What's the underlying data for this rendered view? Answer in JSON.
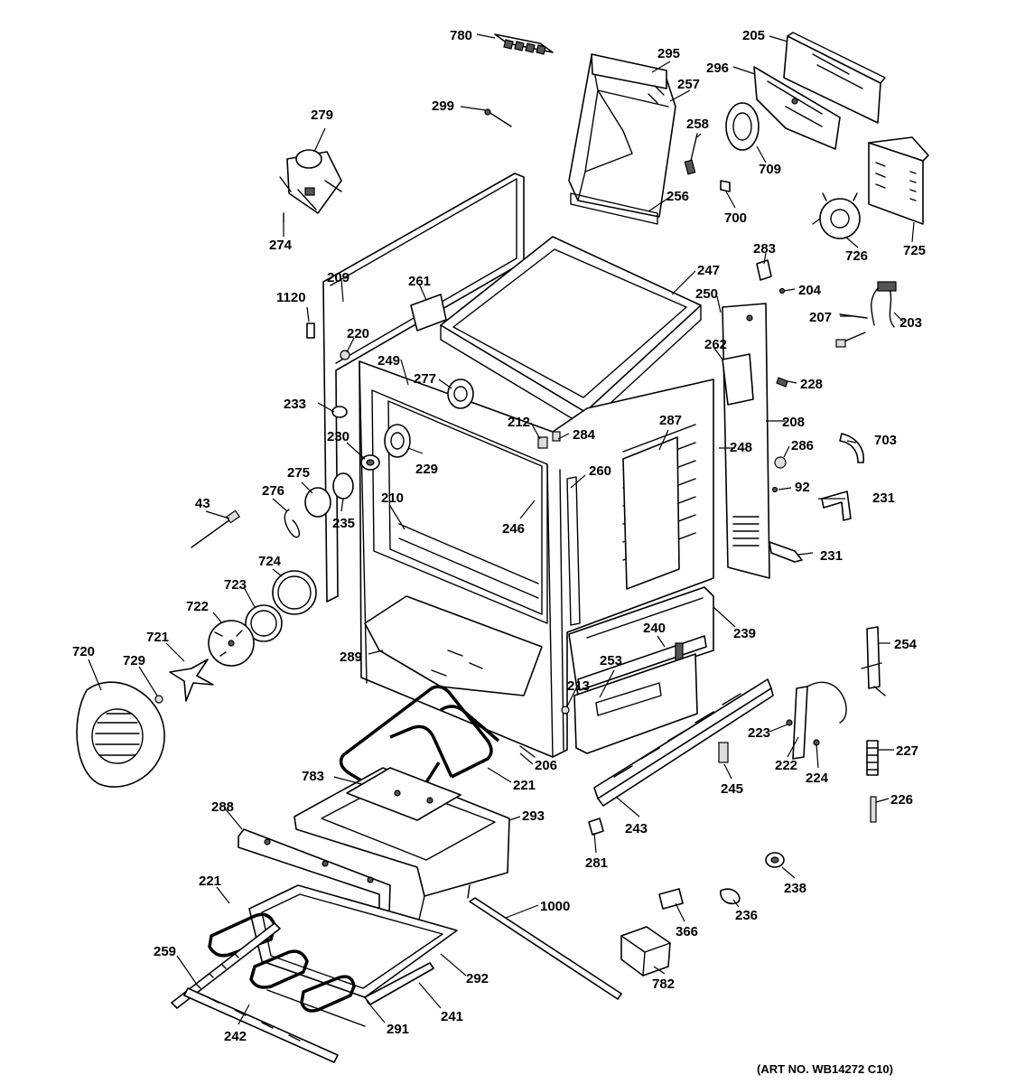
{
  "art_number": "(ART NO. WB14272 C10)",
  "callouts": [
    "780",
    "295",
    "257",
    "205",
    "296",
    "299",
    "258",
    "709",
    "279",
    "700",
    "256",
    "725",
    "726",
    "274",
    "283",
    "247",
    "204",
    "209",
    "261",
    "250",
    "1120",
    "207",
    "203",
    "220",
    "262",
    "249",
    "277",
    "228",
    "233",
    "212",
    "284",
    "287",
    "208",
    "230",
    "286",
    "703",
    "229",
    "260",
    "248",
    "275",
    "276",
    "92",
    "231",
    "43",
    "210",
    "246",
    "235",
    "231",
    "724",
    "723",
    "239",
    "722",
    "240",
    "254",
    "721",
    "289",
    "253",
    "720",
    "729",
    "213",
    "223",
    "227",
    "206",
    "222",
    "224",
    "221",
    "783",
    "245",
    "226",
    "288",
    "293",
    "243",
    "281",
    "238",
    "221",
    "1000",
    "366",
    "236",
    "259",
    "292",
    "782",
    "241",
    "291",
    "242"
  ]
}
